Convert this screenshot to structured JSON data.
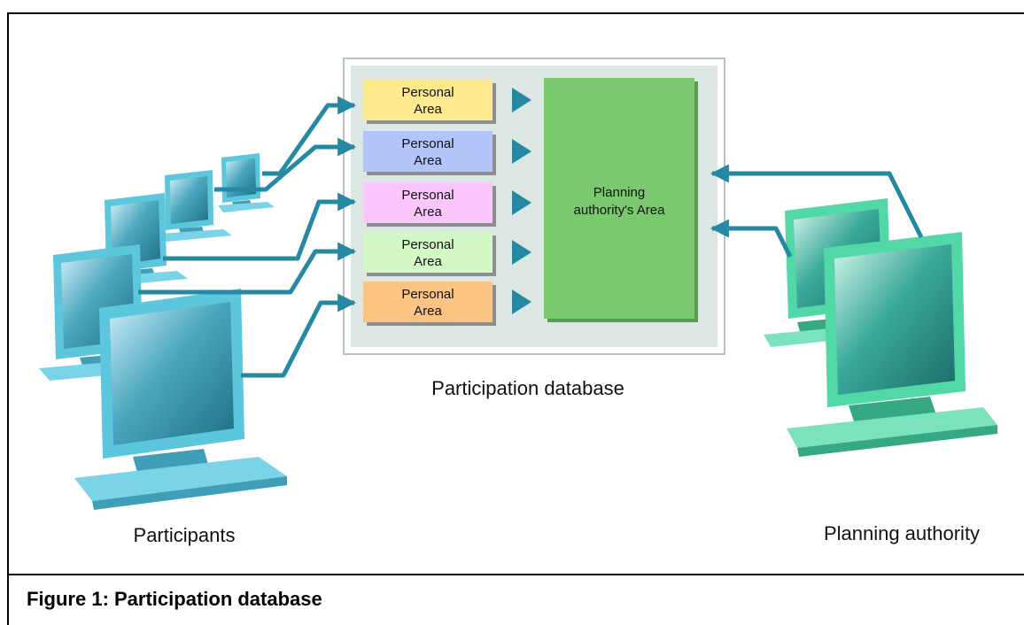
{
  "caption": "Figure 1: Participation database",
  "labels": {
    "participants": "Participants",
    "planning_authority": "Planning authority",
    "database": "Participation database",
    "authority_area": [
      "Planning",
      "authority's Area"
    ]
  },
  "personal_areas": [
    {
      "line1": "Personal",
      "line2": "Area",
      "color": "#fde98e"
    },
    {
      "line1": "Personal",
      "line2": "Area",
      "color": "#b3c4fb"
    },
    {
      "line1": "Personal",
      "line2": "Area",
      "color": "#fbc6fb"
    },
    {
      "line1": "Personal",
      "line2": "Area",
      "color": "#d3f8c6"
    },
    {
      "line1": "Personal",
      "line2": "Area",
      "color": "#fbc483"
    }
  ],
  "colors": {
    "arrow": "#2589a3",
    "authority_area": "#7bc96f",
    "db_panel": "#dce6e3",
    "participant_monitor": "#5bc6dc",
    "authority_monitor": "#52d7a6"
  }
}
